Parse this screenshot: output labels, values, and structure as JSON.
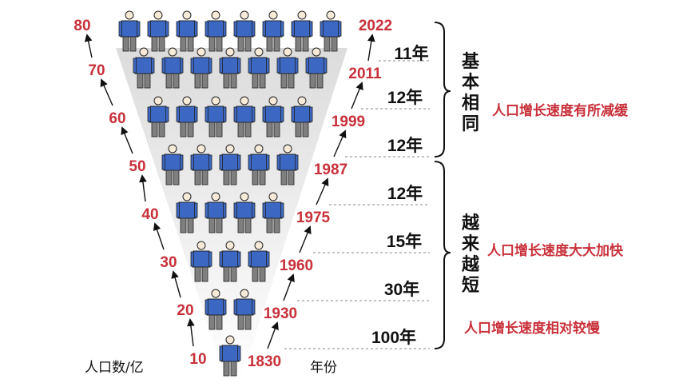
{
  "population_labels": [
    "10",
    "20",
    "30",
    "40",
    "50",
    "60",
    "70",
    "80"
  ],
  "year_labels": [
    "1830",
    "1930",
    "1960",
    "1975",
    "1987",
    "1999",
    "2011",
    "2022"
  ],
  "interval_labels": [
    "100年",
    "30年",
    "15年",
    "12年",
    "12年",
    "12年",
    "11年"
  ],
  "people_per_row": [
    1,
    2,
    3,
    4,
    5,
    6,
    7,
    8
  ],
  "axis": {
    "population_caption": "人口数/亿",
    "year_caption": "年份"
  },
  "groups": {
    "similar_label": "基本相同",
    "shorter_label": "越来越短"
  },
  "conclusions": {
    "slowing": "人口增长速度有所减缓",
    "accelerating": "人口增长速度大大加快",
    "slow": "人口增长速度相对较慢"
  },
  "colors": {
    "red_text": "#c8303a",
    "shirt": "#3c68c4",
    "pants": "#7f7f7f",
    "funnel": "#e6e6e6"
  }
}
